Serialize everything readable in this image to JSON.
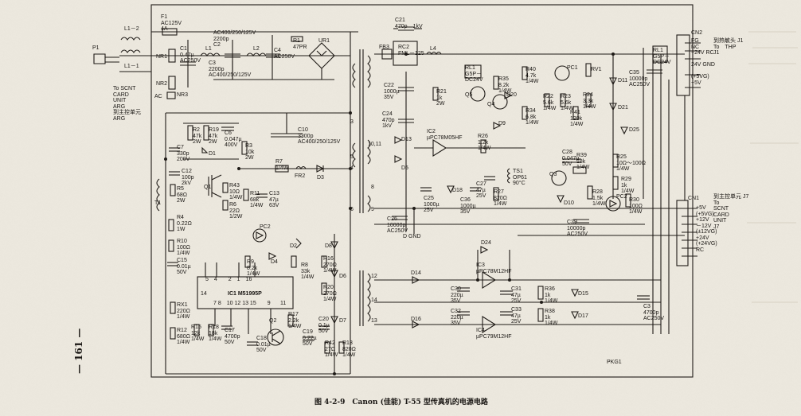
{
  "document": {
    "page_number": "— 161 —",
    "caption": "图 4-2-9　Canon (佳能) T-55 型传真机的电源电路",
    "board_label": "PKG1"
  },
  "labels": [
    {
      "id": "F1",
      "text": "F1\nAC125V\n4A"
    },
    {
      "id": "L1_2",
      "text": "L1－2"
    },
    {
      "id": "L1_1",
      "text": "L1－1"
    },
    {
      "id": "P1",
      "text": "P1"
    },
    {
      "id": "NR1",
      "text": "NR1"
    },
    {
      "id": "NR2",
      "text": "NR2"
    },
    {
      "id": "NR3",
      "text": "NR3"
    },
    {
      "id": "C1",
      "text": "C1\n0.47µ\nAC250V"
    },
    {
      "id": "L1",
      "text": "L1"
    },
    {
      "id": "C2",
      "text": "AC400/250/125V\n2200p\nC2"
    },
    {
      "id": "C3",
      "text": "C3\n2200p\nAC400/250/125V"
    },
    {
      "id": "L2",
      "text": "L2"
    },
    {
      "id": "C4",
      "text": "C4\nAC250V"
    },
    {
      "id": "R1",
      "text": "R1\n47PR"
    },
    {
      "id": "UR1",
      "text": "UR1"
    },
    {
      "id": "scnt_in",
      "text": "To SCNT\nCARD\nUNIT\nARG\n到主控单元\nARG"
    },
    {
      "id": "AC",
      "text": "AC"
    },
    {
      "id": "R2",
      "text": "R2\n47k\n2W"
    },
    {
      "id": "R19",
      "text": "R19\n47k\n2W"
    },
    {
      "id": "C6",
      "text": "C6\n0.047µ\n400V"
    },
    {
      "id": "C7",
      "text": "C7\n330p\n200V"
    },
    {
      "id": "D1",
      "text": "D1"
    },
    {
      "id": "R3",
      "text": "R3\n10k\n2W"
    },
    {
      "id": "C12",
      "text": "C12\n100p\n2kV"
    },
    {
      "id": "R5",
      "text": "R5\n68Ω\n2W"
    },
    {
      "id": "T1",
      "text": "T1"
    },
    {
      "id": "Q1",
      "text": "Q1"
    },
    {
      "id": "R43",
      "text": "R43\n10Ω\n1/4W"
    },
    {
      "id": "R6",
      "text": "R6\n22Ω\n1/2W"
    },
    {
      "id": "R11",
      "text": "R11\n68k\n1/4W"
    },
    {
      "id": "C13",
      "text": "C13\n47µ\n63V"
    },
    {
      "id": "R7",
      "text": "R7\n1/4W"
    },
    {
      "id": "FR2",
      "text": "FR2"
    },
    {
      "id": "D3",
      "text": "D3"
    },
    {
      "id": "C10",
      "text": "C10\n3300p\nAC400/250/125V"
    },
    {
      "id": "R4",
      "text": "R4\n0.22Ω\n1W"
    },
    {
      "id": "R10",
      "text": "R10\n100Ω\n1/4W"
    },
    {
      "id": "C15",
      "text": "C15\n0.01µ\n50V"
    },
    {
      "id": "PC2b",
      "text": "PC2"
    },
    {
      "id": "D4",
      "text": "D4"
    },
    {
      "id": "D2",
      "text": "D2"
    },
    {
      "id": "R9",
      "text": "R9\n8.2k\n1/4W"
    },
    {
      "id": "R8",
      "text": "R8\n33k\n1/4W"
    },
    {
      "id": "IC1",
      "text": "IC1 M51995P"
    },
    {
      "id": "pins_top",
      "text": "5　4　　2　1　16"
    },
    {
      "id": "pins_bot",
      "text": "7 8　10 12 13 15　　9"
    },
    {
      "id": "pin14",
      "text": "14"
    },
    {
      "id": "pin11",
      "text": "11"
    },
    {
      "id": "pin6",
      "text": "6"
    },
    {
      "id": "pin3",
      "text": "3"
    },
    {
      "id": "RX1",
      "text": "RX1\n220Ω\n1/4W"
    },
    {
      "id": "R12",
      "text": "R12\n680Ω\n1/4W"
    },
    {
      "id": "R15",
      "text": "R15\n12k\n1/4W"
    },
    {
      "id": "R18",
      "text": "R18\n18k\n1/4W"
    },
    {
      "id": "C17",
      "text": "C17\n4700p\n50V"
    },
    {
      "id": "C18",
      "text": "C18\n0.01µ\n50V"
    },
    {
      "id": "Q2",
      "text": "Q2"
    },
    {
      "id": "R17",
      "text": "R17\n2.2k\n1/4W"
    },
    {
      "id": "C19",
      "text": "C19\n0.22µ\n50V"
    },
    {
      "id": "D8",
      "text": "D8"
    },
    {
      "id": "R16",
      "text": "R16\n270Ω\n1/4W"
    },
    {
      "id": "D6",
      "text": "D6"
    },
    {
      "id": "R20",
      "text": "R20\n270Ω\n1/4W"
    },
    {
      "id": "D7",
      "text": "D7"
    },
    {
      "id": "C20",
      "text": "C20\n0.1µ\n50V"
    },
    {
      "id": "R42",
      "text": "R42\n27Ω\n1/4W"
    },
    {
      "id": "R13",
      "text": "R13\n820Ω\n1/4W"
    },
    {
      "id": "C21",
      "text": "C21\n470p　1kV"
    },
    {
      "id": "FB3",
      "text": "FB3"
    },
    {
      "id": "RC2",
      "text": "RC2\nFML－125"
    },
    {
      "id": "L4",
      "text": "L4"
    },
    {
      "id": "C22",
      "text": "C22\n1000µ\n35V"
    },
    {
      "id": "C24",
      "text": "C24\n470p\n1kV"
    },
    {
      "id": "R21",
      "text": "R21\n1k\n2W"
    },
    {
      "id": "RL1",
      "text": "RL1\nG5P－\nDC24V"
    },
    {
      "id": "R35",
      "text": "R35\n8.2k\n1/4W"
    },
    {
      "id": "Q5",
      "text": "Q5"
    },
    {
      "id": "Q4",
      "text": "Q4"
    },
    {
      "id": "D20",
      "text": "D20"
    },
    {
      "id": "R40",
      "text": "R40\n4.7k\n1/4W"
    },
    {
      "id": "R34",
      "text": "R34\n6.8k\n1/4W"
    },
    {
      "id": "PC1",
      "text": "PC1"
    },
    {
      "id": "RV1",
      "text": "RV1"
    },
    {
      "id": "R22",
      "text": "R22\n5.6k\n1/4W"
    },
    {
      "id": "R23",
      "text": "R23\n5.6k\n1/4W"
    },
    {
      "id": "R41",
      "text": "R41\n120k\n1/4W"
    },
    {
      "id": "R24",
      "text": "R24\n3.3k\n1/4W"
    },
    {
      "id": "D11",
      "text": "D11"
    },
    {
      "id": "D21",
      "text": "D21"
    },
    {
      "id": "D25",
      "text": "D25"
    },
    {
      "id": "IC2",
      "text": "IC2\nµPC78M05HF"
    },
    {
      "id": "D9",
      "text": "D9"
    },
    {
      "id": "R26",
      "text": "R26\n1.2k\n1/4W"
    },
    {
      "id": "D13",
      "text": "D13"
    },
    {
      "id": "D5",
      "text": "D5"
    },
    {
      "id": "t1011",
      "text": "10,11"
    },
    {
      "id": "C25",
      "text": "C25\n1000µ\n25V"
    },
    {
      "id": "D18",
      "text": "D18"
    },
    {
      "id": "C36",
      "text": "C36\n1000µ\n35V"
    },
    {
      "id": "C27",
      "text": "C27\n47µ\n25V"
    },
    {
      "id": "TS1",
      "text": "TS1\nOP61\n90°C"
    },
    {
      "id": "R27",
      "text": "R27\n820Ω\n1/4W"
    },
    {
      "id": "C28",
      "text": "C28\n0.047µ\n50V"
    },
    {
      "id": "R39",
      "text": "R39\n18k\n1/4W"
    },
    {
      "id": "Q3",
      "text": "Q3"
    },
    {
      "id": "R25",
      "text": "R25\n10Ω～100Ω\n1/4W"
    },
    {
      "id": "R29",
      "text": "R29\n1k\n1/4W"
    },
    {
      "id": "R28",
      "text": "R28\n1.5k\n1/4W"
    },
    {
      "id": "D10",
      "text": "D10"
    },
    {
      "id": "PC2",
      "text": "PC2"
    },
    {
      "id": "R30",
      "text": "R30\n100Ω\n1/4W"
    },
    {
      "id": "C29",
      "text": "C29\n10000p\nAC250V"
    },
    {
      "id": "C26",
      "text": "C26\n10000p\nAC250V"
    },
    {
      "id": "DGND",
      "text": "D GND"
    },
    {
      "id": "t8",
      "text": "8"
    },
    {
      "id": "t9",
      "text": "9"
    },
    {
      "id": "t4",
      "text": "4"
    },
    {
      "id": "t5",
      "text": "5"
    },
    {
      "id": "t12",
      "text": "12"
    },
    {
      "id": "t14",
      "text": "14"
    },
    {
      "id": "t13",
      "text": "13"
    },
    {
      "id": "D24",
      "text": "D24"
    },
    {
      "id": "IC3",
      "text": "IC3\nµPC78M12HF"
    },
    {
      "id": "D14",
      "text": "D14"
    },
    {
      "id": "C30",
      "text": "C30\n220µ\n35V"
    },
    {
      "id": "C31",
      "text": "C31\n47µ\n25V"
    },
    {
      "id": "R36",
      "text": "R36\n1k\n1/4W"
    },
    {
      "id": "D15",
      "text": "D15"
    },
    {
      "id": "C32",
      "text": "C32\n220µ\n35V"
    },
    {
      "id": "D16",
      "text": "D16"
    },
    {
      "id": "C33",
      "text": "C33\n47µ\n25V"
    },
    {
      "id": "R38",
      "text": "R38\n1k\n1/4W"
    },
    {
      "id": "D17",
      "text": "D17"
    },
    {
      "id": "IC4",
      "text": "IC4\nµPC79M12HF"
    },
    {
      "id": "C3b",
      "text": "C3\n4700p\nAC250V"
    },
    {
      "id": "RL1b",
      "text": "RL1\nG5P－\nDC24V"
    },
    {
      "id": "C35",
      "text": "C35\n10000p\nAC250V"
    },
    {
      "id": "CN2",
      "text": "CN2"
    },
    {
      "id": "cn2_pins",
      "text": "FG\nNC\n+24V RC\n\n24V GND\n\n(+5VG)\n+5V"
    },
    {
      "id": "cn2_to",
      "text": "到热敏头 J1\nTo　THP\nJ1"
    },
    {
      "id": "CN1",
      "text": "CN1"
    },
    {
      "id": "cn1_pins",
      "text": "+5V\n(+5VG)\n+12V\n－12V\n(±12VG)\n+24V\n(+24VG)\nRC"
    },
    {
      "id": "cn1_to",
      "text": "到主控单元 J7\nTo\nSCNT\nCARD\nUNIT\nJ7"
    }
  ]
}
